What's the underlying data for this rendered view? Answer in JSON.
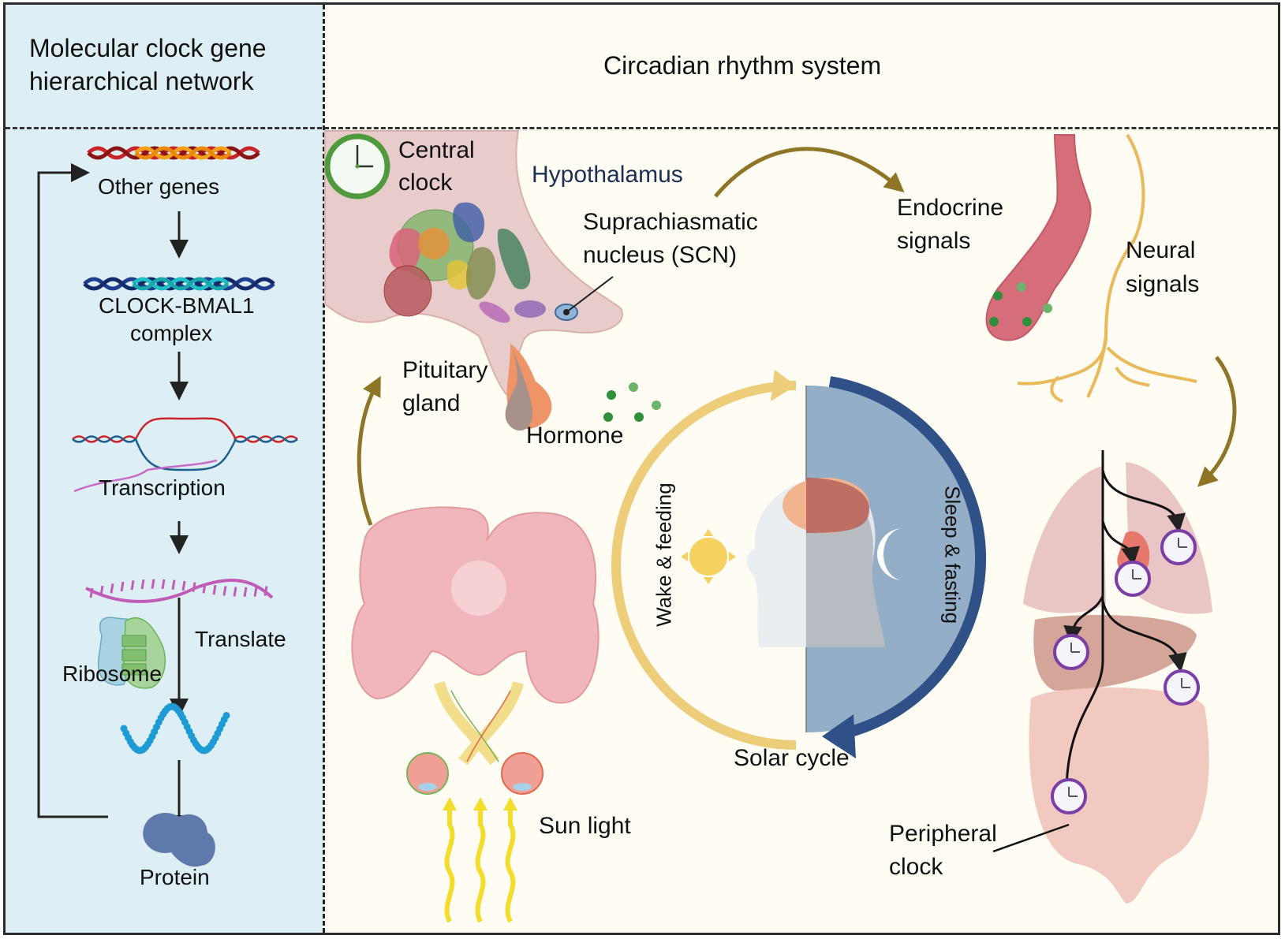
{
  "panels": {
    "left_title": "Molecular clock gene hierarchical network",
    "left_title_lines": [
      "Molecular clock gene",
      "hierarchical network"
    ],
    "right_title": "Circadian rhythm system"
  },
  "molecular_network": {
    "steps": [
      {
        "label": "Other genes",
        "icon": "dna-helix-icon"
      },
      {
        "label": "CLOCK-BMAL1",
        "label2": "complex",
        "icon": "dna-helix-icon"
      },
      {
        "label": "Transcription",
        "icon": "transcription-bubble-icon"
      },
      {
        "label": "",
        "icon": "mrna-strand-icon"
      },
      {
        "label": "Protein",
        "icon": "protein-blob-icon"
      }
    ],
    "translate_label": "Translate",
    "ribosome_label": "Ribosome",
    "polypeptide_icon": "polypeptide-chain-icon"
  },
  "circadian_system": {
    "central_clock": [
      "Central",
      "clock"
    ],
    "hypothalamus": "Hypothalamus",
    "scn": [
      "Suprachiasmatic",
      "nucleus (SCN)"
    ],
    "pituitary": [
      "Pituitary",
      "gland"
    ],
    "hormone": "Hormone",
    "endocrine": [
      "Endocrine",
      "signals"
    ],
    "neural": [
      "Neural",
      "signals"
    ],
    "wake": "Wake & feeding",
    "sleep": "Sleep & fasting",
    "solar_cycle": "Solar cycle",
    "sun_light": "Sun light",
    "peripheral": [
      "Peripheral",
      "clock"
    ]
  },
  "colors": {
    "left_bg": "#ddeff4",
    "right_bg": "#fefcf3",
    "arrow_gold": "#8f7526",
    "day_arc": "#edcd7a",
    "night_arc": "#2f5188",
    "night_fill": "#93aec6",
    "central_clock_ring": "#4e9a3c",
    "peripheral_clock_ring": "#7b3ea6",
    "hypothalamus_text": "#1b2f55"
  }
}
